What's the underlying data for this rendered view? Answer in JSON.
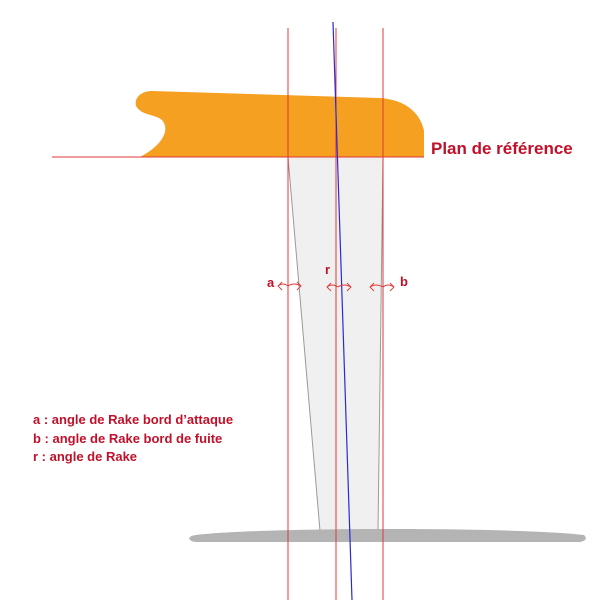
{
  "diagram": {
    "reference_plane_label": "Plan de référence",
    "angle_labels": {
      "a": "a",
      "r": "r",
      "b": "b"
    },
    "legend": [
      "a : angle de Rake bord d’attaque",
      "b : angle de Rake bord de fuite",
      "r : angle de Rake"
    ],
    "colors": {
      "hull": "#f5a020",
      "construction_lines": "#e03838",
      "rake_axis": "#2a2ad6",
      "fin": "#f0f0f0",
      "fin_outline": "#9a9a9a",
      "wing": "#b4b4b4",
      "text": "#c0102a"
    }
  }
}
